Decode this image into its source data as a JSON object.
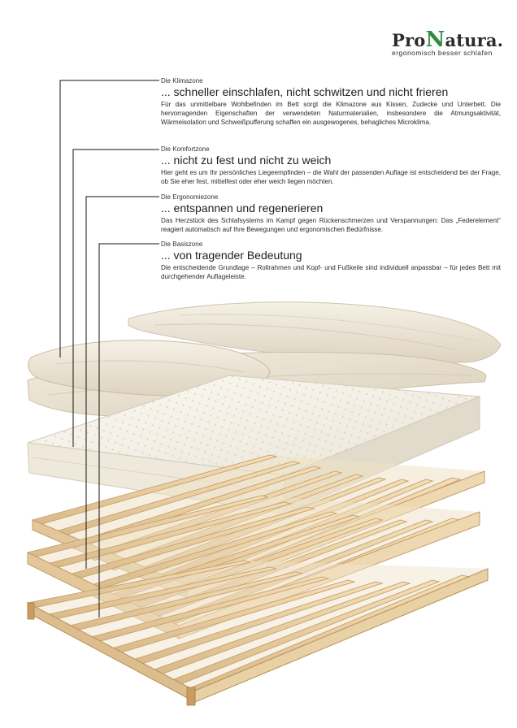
{
  "brand": {
    "name_prefix": "Pro",
    "name_mark": "N",
    "name_suffix": "atura.",
    "tagline": "ergonomisch besser schlafen",
    "mark_color": "#2f8a3e"
  },
  "zones": [
    {
      "label": "Die Klimazone",
      "headline": "... schneller einschlafen, nicht schwitzen und nicht frieren",
      "body": "Für das unmittelbare Wohlbefinden im Bett sorgt die Klimazone aus Kissen, Zudecke und Unterbett. Die hervorragenden Eigenschaften der verwendeten Naturmaterialien, insbesondere die Atmungsaktivität, Wärmeisolation und Schweißpufferung schaffen ein ausgewogenes, behagliches Microklima."
    },
    {
      "label": "Die Komfortzone",
      "headline": "... nicht zu fest und nicht zu weich",
      "body": "Hier geht es um Ihr persönliches Liegeempfinden – die Wahl der passenden Auflage ist entscheidend bei der Frage, ob Sie eher fest, mittelfest oder eher weich liegen möchten."
    },
    {
      "label": "Die Ergonomiezone",
      "headline": "... entspannen und regenerieren",
      "body": "Das Herzstück des Schlafsystems im Kampf gegen Rückenschmerzen und Verspannungen: Das „Federelement“ reagiert automatisch auf Ihre Bewegungen und ergonomischen Bedürfnisse."
    },
    {
      "label": "Die Basiszone",
      "headline": "... von tragender Bedeutung",
      "body": "Die entscheidende Grundlage – Rollrahmen und Kopf- und Fußkeile sind individuell anpassbar – für jedes Bett mit durchgehender Auflageleiste."
    }
  ]
}
